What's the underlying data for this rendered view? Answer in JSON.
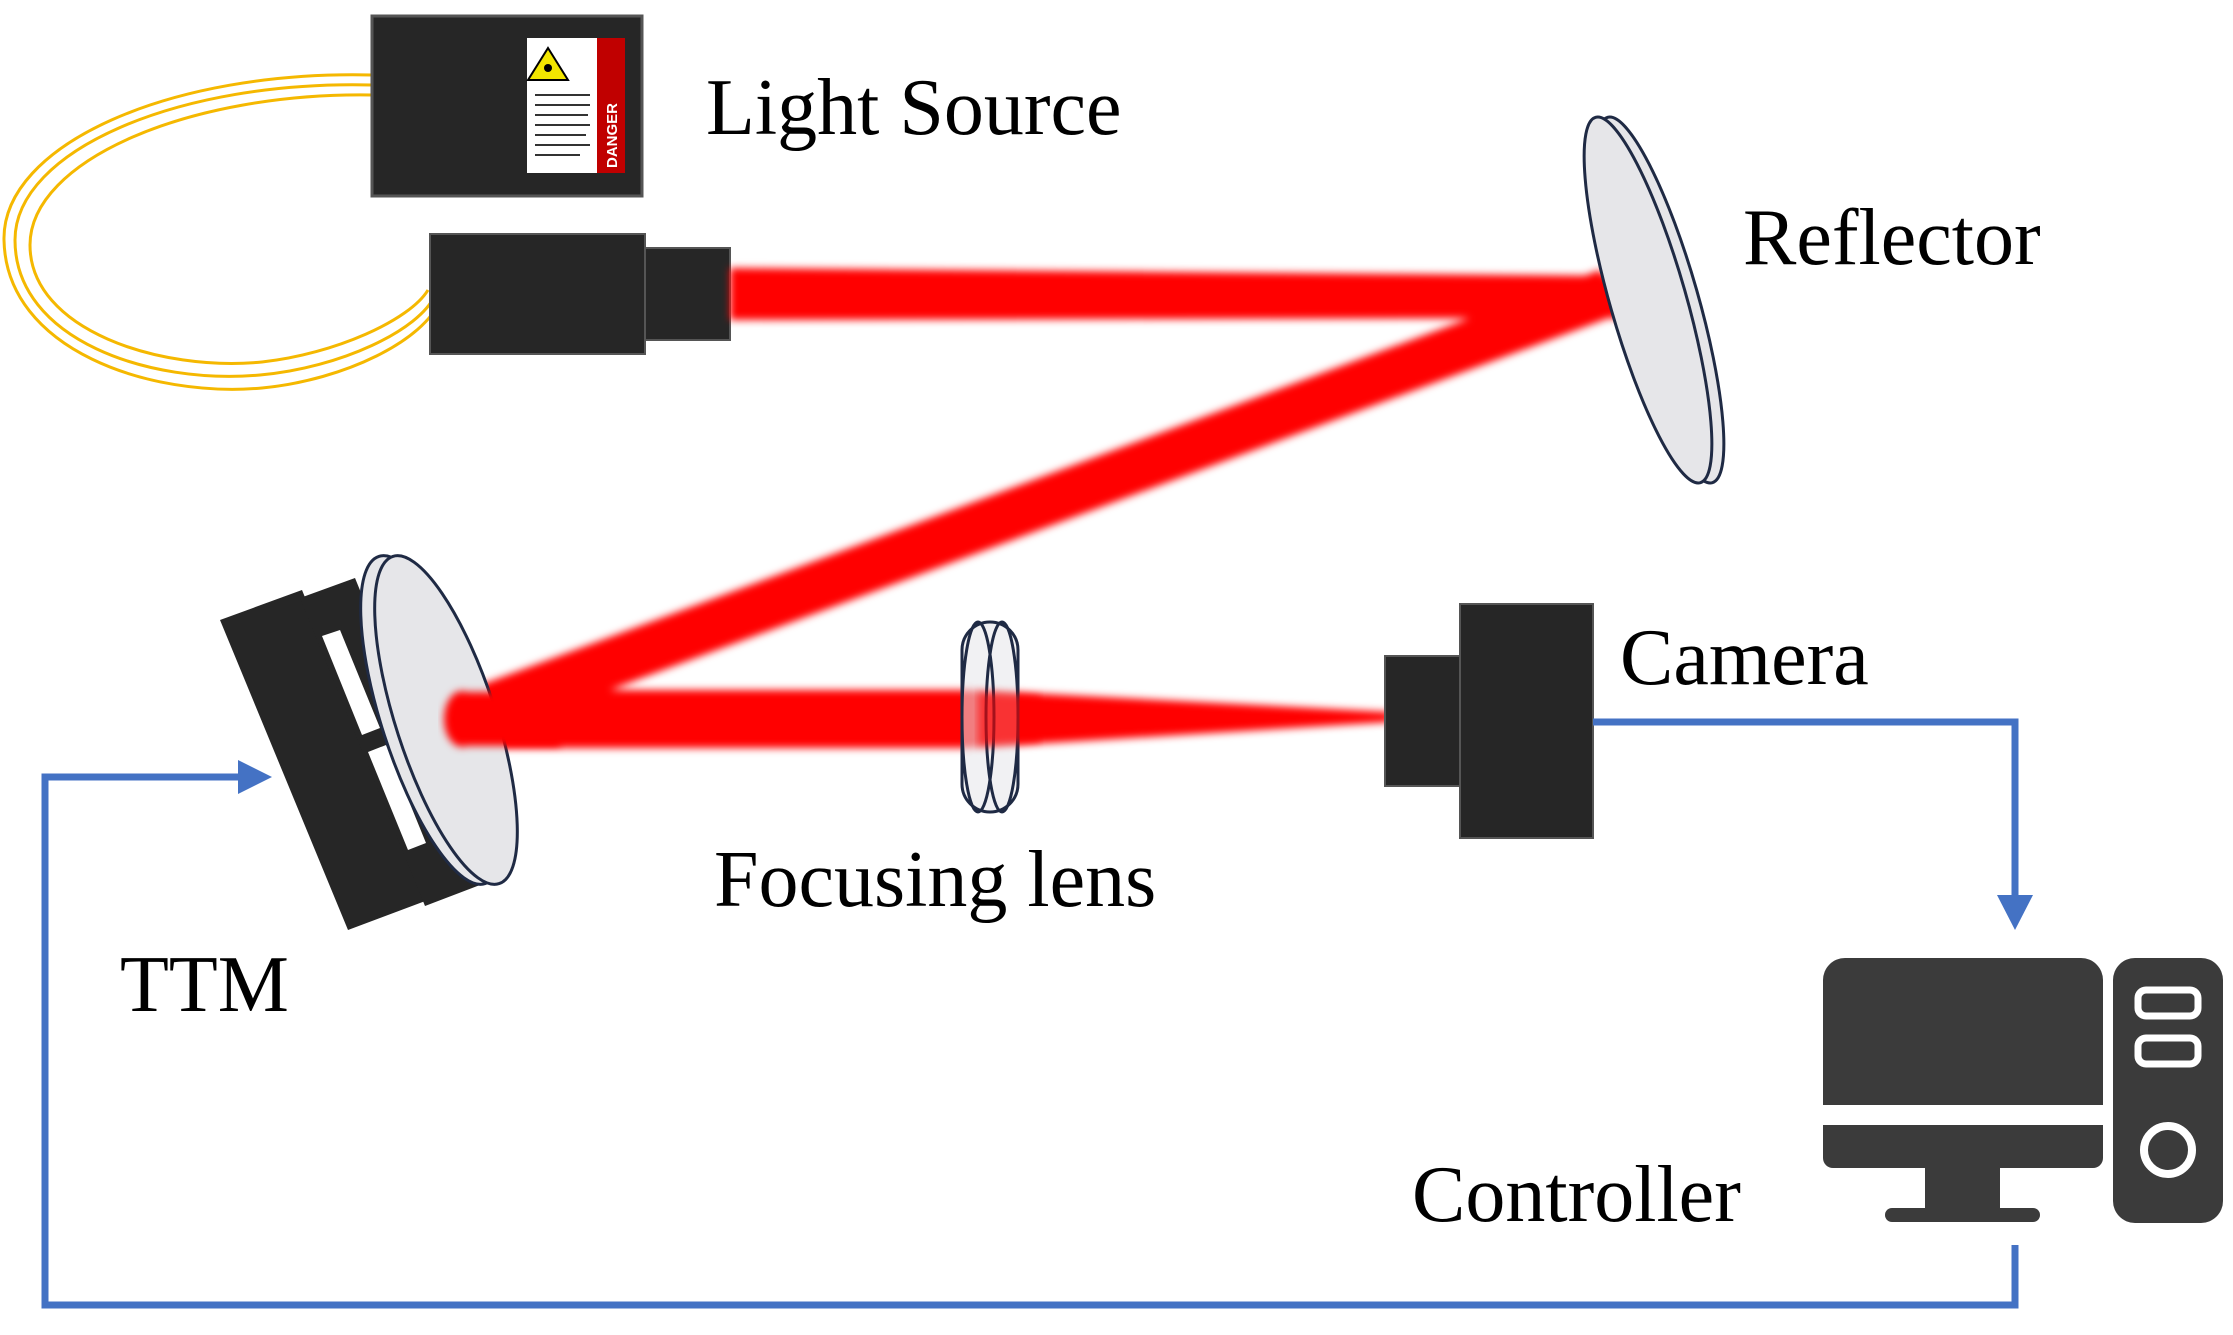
{
  "labels": {
    "light_source": "Light Source",
    "reflector": "Reflector",
    "camera": "Camera",
    "focusing_lens": "Focusing lens",
    "ttm": "TTM",
    "controller": "Controller"
  },
  "warning_label": {
    "text": "DANGER"
  },
  "colors": {
    "beam": "#ff0000",
    "fiber": "#f5b800",
    "signal_line": "#4472c4",
    "device": "#262626",
    "optic_fill": "#e6e6e9",
    "optic_edge": "#1f2a44"
  }
}
